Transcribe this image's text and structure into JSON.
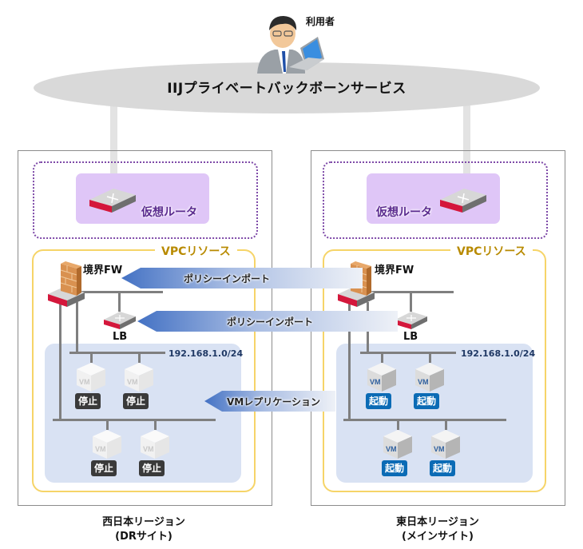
{
  "user": {
    "label": "利用者",
    "icon": "user-with-laptop-icon"
  },
  "backbone": {
    "label": "IIJプライベートバックボーンサービス"
  },
  "regions": [
    {
      "id": "west",
      "caption_line1": "西日本リージョン",
      "caption_line2": "(DRサイト)",
      "router_label": "仮想ルータ",
      "vpc_label": "VPCリソース",
      "fw_label": "境界FW",
      "lb_label": "LB",
      "subnet_label": "192.168.1.0/24",
      "vms": [
        {
          "icon": "VM",
          "status": "停止",
          "state": "stopped"
        },
        {
          "icon": "VM",
          "status": "停止",
          "state": "stopped"
        },
        {
          "icon": "VM",
          "status": "停止",
          "state": "stopped"
        },
        {
          "icon": "VM",
          "status": "停止",
          "state": "stopped"
        }
      ]
    },
    {
      "id": "east",
      "caption_line1": "東日本リージョン",
      "caption_line2": "(メインサイト)",
      "router_label": "仮想ルータ",
      "vpc_label": "VPCリソース",
      "fw_label": "境界FW",
      "lb_label": "LB",
      "subnet_label": "192.168.1.0/24",
      "vms": [
        {
          "icon": "VM",
          "status": "起動",
          "state": "running"
        },
        {
          "icon": "VM",
          "status": "起動",
          "state": "running"
        },
        {
          "icon": "VM",
          "status": "起動",
          "state": "running"
        },
        {
          "icon": "VM",
          "status": "起動",
          "state": "running"
        }
      ]
    }
  ],
  "arrows": [
    {
      "label": "ポリシーインポート",
      "from": "east-fw",
      "to": "west-fw"
    },
    {
      "label": "ポリシーインポート",
      "from": "east-lb",
      "to": "west-lb"
    },
    {
      "label": "VMレプリケーション",
      "from": "east-subnet",
      "to": "west-subnet"
    }
  ],
  "colors": {
    "router_zone": "#7e4aa8",
    "router_fill": "#dfc6f7",
    "vpc_border": "#f6d468",
    "vpc_label": "#b88a00",
    "subnet_fill": "#d9e2f3",
    "stopped_badge": "#3a3a3a",
    "running_badge": "#0b6bb5",
    "arrow_blue": "#4472c4"
  }
}
